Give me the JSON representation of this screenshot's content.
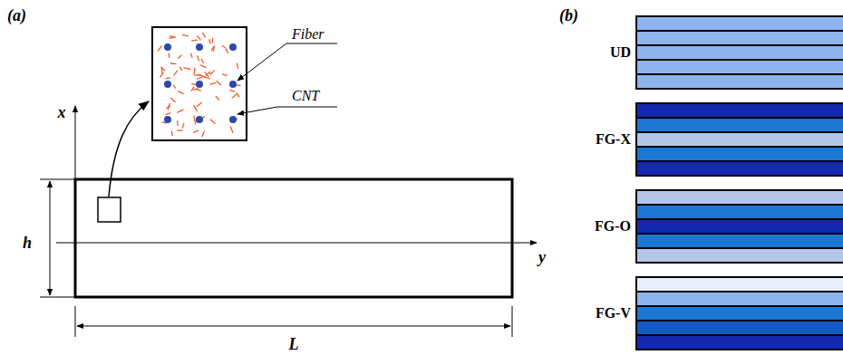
{
  "diagram": {
    "nodes": [
      {
        "text": [
          "UD"
        ]
      },
      {
        "text": [
          "FG-X"
        ]
      },
      {
        "text": [
          "FG-O"
        ]
      },
      {
        "text": [
          "FG-V"
        ]
      }
    ],
    "labels": [
      "(a)",
      "x",
      "h",
      "y",
      "L",
      "Fiber",
      "CNT",
      "(b)"
    ]
  }
}
